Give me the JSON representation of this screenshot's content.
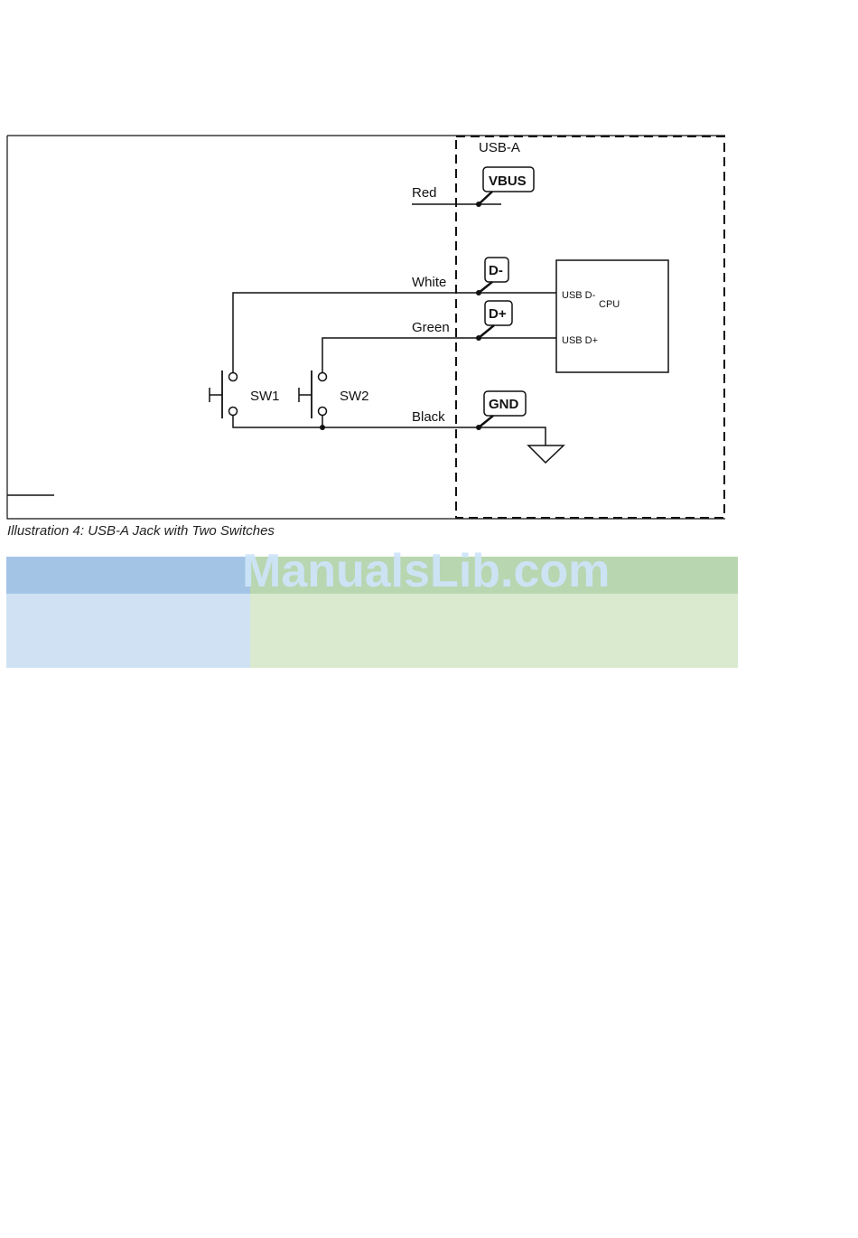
{
  "diagram": {
    "usb_box_label": "USB-A",
    "vbus_tag": "VBUS",
    "dminus_tag": "D-",
    "dplus_tag": "D+",
    "gnd_tag": "GND",
    "wire_red": "Red",
    "wire_white": "White",
    "wire_green": "Green",
    "wire_black": "Black",
    "cpu_pin_dminus": "USB D-",
    "cpu_label": "CPU",
    "cpu_pin_dplus": "USB D+",
    "sw1_label": "SW1",
    "sw2_label": "SW2"
  },
  "caption": "Illustration 4: USB-A Jack with Two Switches",
  "watermark": "ManualsLib.com"
}
